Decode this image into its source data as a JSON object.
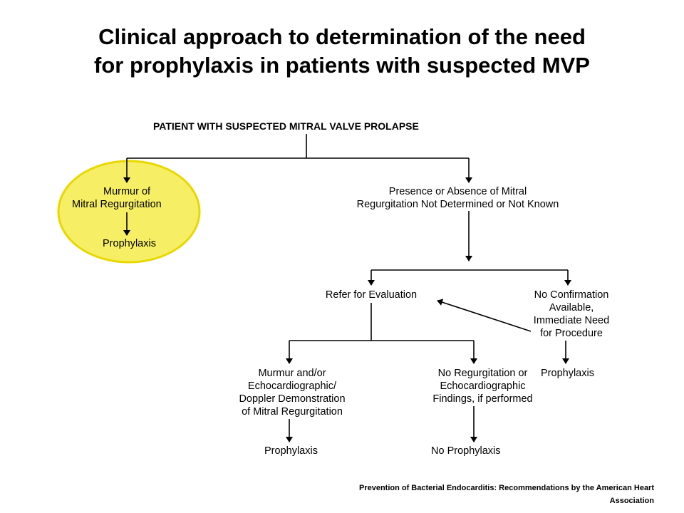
{
  "title": {
    "line1": "Clinical approach to determination of the need",
    "line2": "for prophylaxis in patients with suspected MVP"
  },
  "highlight_color": "#f6ef66",
  "highlight_border": "#e8d800",
  "flowchart": {
    "root": "PATIENT WITH SUSPECTED MITRAL VALVE PROLAPSE",
    "murmur": [
      "Murmur of",
      "Mitral Regurgitation"
    ],
    "murmur_prophylaxis": "Prophylaxis",
    "not_determined": [
      "Presence or Absence of Mitral",
      "Regurgitation Not Determined or Not Known"
    ],
    "refer": "Refer for Evaluation",
    "no_confirmation": [
      "No Confirmation",
      "Available,",
      "Immediate Need",
      "for Procedure"
    ],
    "no_confirmation_prophylaxis": "Prophylaxis",
    "echo_demo": [
      "Murmur and/or",
      "Echocardiographic/",
      "Doppler Demonstration",
      "of Mitral Regurgitation"
    ],
    "echo_demo_prophylaxis": "Prophylaxis",
    "no_regurg": [
      "No Regurgitation or",
      "Echocardiographic",
      "Findings, if performed"
    ],
    "no_prophylaxis": "No Prophylaxis"
  },
  "citation": {
    "line1": "Prevention of Bacterial Endocarditis: Recommendations by the American Heart",
    "line2": "Association"
  }
}
